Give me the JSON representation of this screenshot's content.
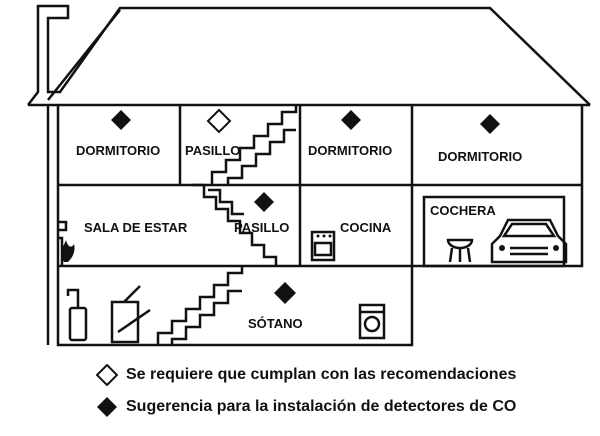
{
  "colors": {
    "ink": "#111111",
    "background": "#ffffff"
  },
  "rooms": {
    "bedroom_1": "DORMITORIO",
    "hallway_upper": "PASILLO",
    "bedroom_2": "DORMITORIO",
    "bedroom_3": "DORMITORIO",
    "living_room": "SALA DE ESTAR",
    "hallway_middle": "PASILLO",
    "kitchen": "COCINA",
    "garage": "COCHERA",
    "basement": "SÓTANO"
  },
  "legend": {
    "required": "Se requiere que cumplan con las recomendaciones",
    "suggested": "Sugerencia para la instalación de detectores de CO"
  },
  "icons": {
    "required": "hollow-diamond-icon",
    "suggested": "filled-diamond-icon"
  }
}
